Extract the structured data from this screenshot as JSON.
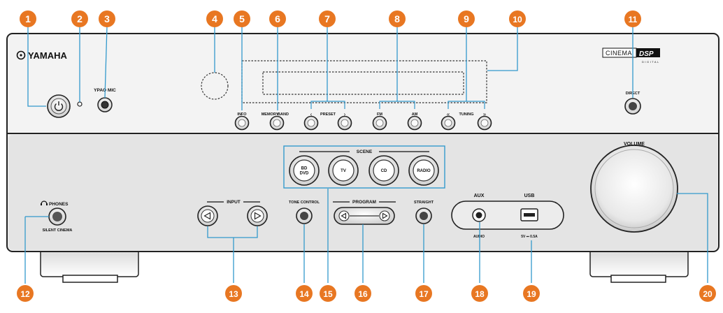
{
  "brand": "YAMAHA",
  "cinema_logo": {
    "part1": "CINEMA",
    "part2": "DSP",
    "sub": "DIGITAL"
  },
  "top_labels": {
    "ypao_mic": "YPAO MIC",
    "direct": "DIRECT",
    "info": "INFO",
    "memory": "MEMORY",
    "band": "BAND",
    "preset": "PRESET",
    "fm": "FM",
    "am": "AM",
    "tuning": "TUNING",
    "preset_left": "‹",
    "preset_right": "›",
    "tuning_left": "«",
    "tuning_right": "»"
  },
  "bottom_labels": {
    "phones": "PHONES",
    "silent_cinema": "SILENT CINEMA",
    "input": "INPUT",
    "tone_control": "TONE CONTROL",
    "scene": "SCENE",
    "program": "PROGRAM",
    "straight": "STRAIGHT",
    "aux": "AUX",
    "aux_sub": "AUDIO",
    "usb": "USB",
    "usb_sub": "5V ⎓ 0.5A",
    "volume": "VOLUME"
  },
  "scene_buttons": [
    "BD\nDVD",
    "TV",
    "CD",
    "RADIO"
  ],
  "callouts": [
    "1",
    "2",
    "3",
    "4",
    "5",
    "6",
    "7",
    "8",
    "9",
    "10",
    "11",
    "12",
    "13",
    "14",
    "15",
    "16",
    "17",
    "18",
    "19",
    "20"
  ],
  "colors": {
    "callout": "#e87722",
    "panel_top": "#f2f2f2",
    "panel_bottom": "#e3e3e3",
    "dotted": "#3399cc"
  }
}
